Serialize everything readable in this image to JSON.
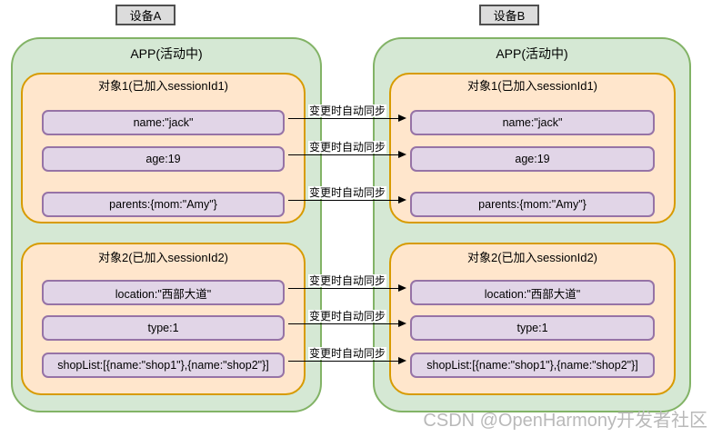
{
  "diagram": {
    "device_a_label": "设备A",
    "device_b_label": "设备B",
    "app_title": "APP(活动中)",
    "object1": {
      "title": "对象1(已加入sessionId1)",
      "properties": [
        "name:\"jack\"",
        "age:19",
        "parents:{mom:\"Amy\"}"
      ]
    },
    "object2": {
      "title": "对象2(已加入sessionId2)",
      "properties": [
        "location:\"西部大道\"",
        "type:1",
        "shopList:[{name:\"shop1\"},{name:\"shop2\"}]"
      ]
    },
    "sync_label": "变更时自动同步",
    "colors": {
      "device_fill": "#dcdcdc",
      "app_fill": "#d5e8d4",
      "app_stroke": "#82b366",
      "object_fill": "#ffe6cc",
      "object_stroke": "#d79b00",
      "property_fill": "#e1d5e7",
      "property_stroke": "#9673a6",
      "arrow": "#000000"
    }
  },
  "watermark": "CSDN @OpenHarmony开发者社区"
}
